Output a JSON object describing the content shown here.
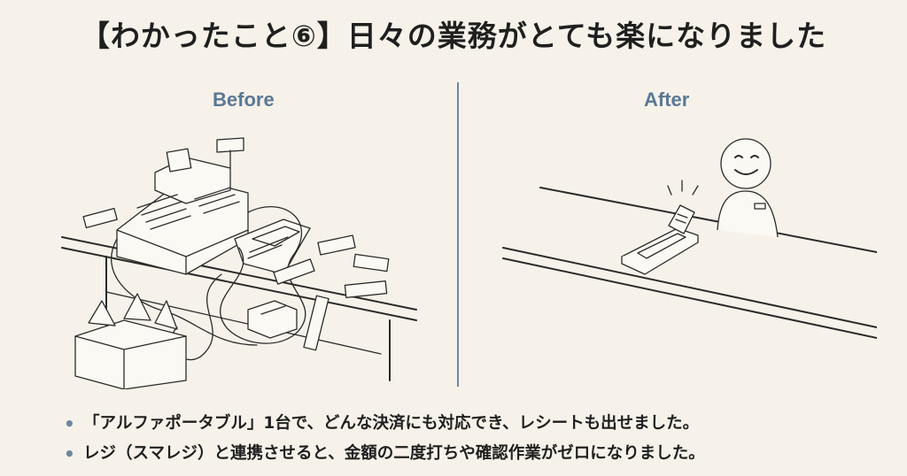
{
  "title": "【わかったこと⑥】日々の業務がとても楽になりました",
  "before_label": "Before",
  "after_label": "After",
  "bullets": [
    "「アルファポータブル」1台で、どんな決済にも対応でき、レシートも出せました。",
    "レジ（スマレジ）と連携させると、金額の二度打ちや確認作業がゼロになりました。"
  ],
  "colors": {
    "accent": "#6e87a0",
    "background": "#f6f2ea",
    "label": "#5a7896"
  }
}
